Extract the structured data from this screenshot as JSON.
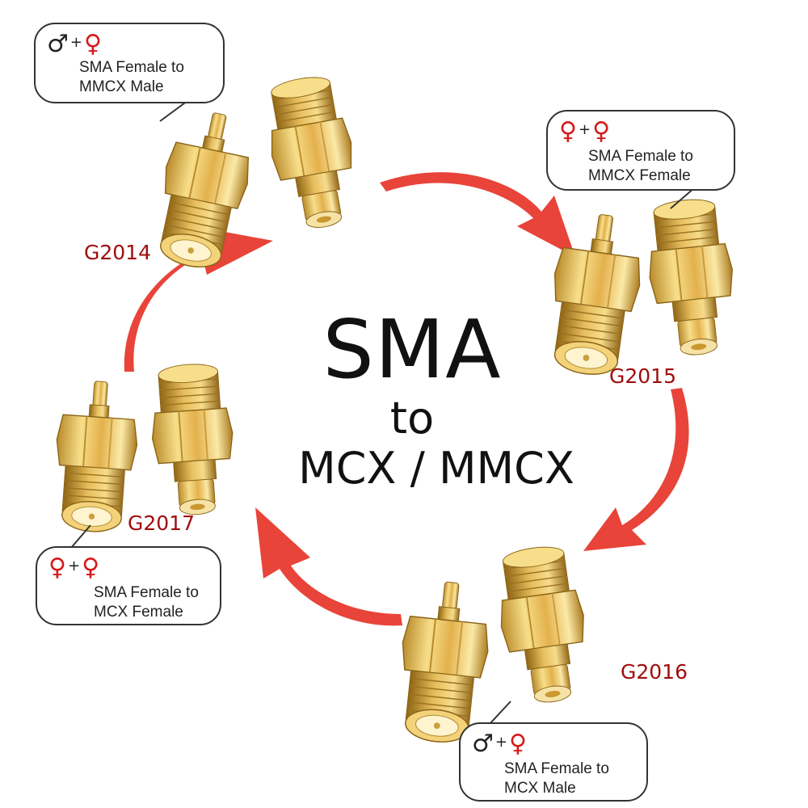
{
  "title": {
    "main": "SMA",
    "to": "to",
    "sub": "MCX / MMCX"
  },
  "accent_arrow_color": "#e8443a",
  "code_color": "#a00d0d",
  "adapters": [
    {
      "code": "G2014",
      "line1": "SMA Female to",
      "line2": "MMCX Male",
      "sym_a": "♂",
      "sym_b": "♀",
      "plus": "+"
    },
    {
      "code": "G2015",
      "line1": "SMA Female to",
      "line2": "MMCX Female",
      "sym_a": "♀",
      "sym_b": "♀",
      "plus": "+"
    },
    {
      "code": "G2016",
      "line1": "SMA Female to",
      "line2": "MCX Male",
      "sym_a": "♂",
      "sym_b": "♀",
      "plus": "+"
    },
    {
      "code": "G2017",
      "line1": "SMA Female to",
      "line2": "MCX Female",
      "sym_a": "♀",
      "sym_b": "♀",
      "plus": "+"
    }
  ]
}
